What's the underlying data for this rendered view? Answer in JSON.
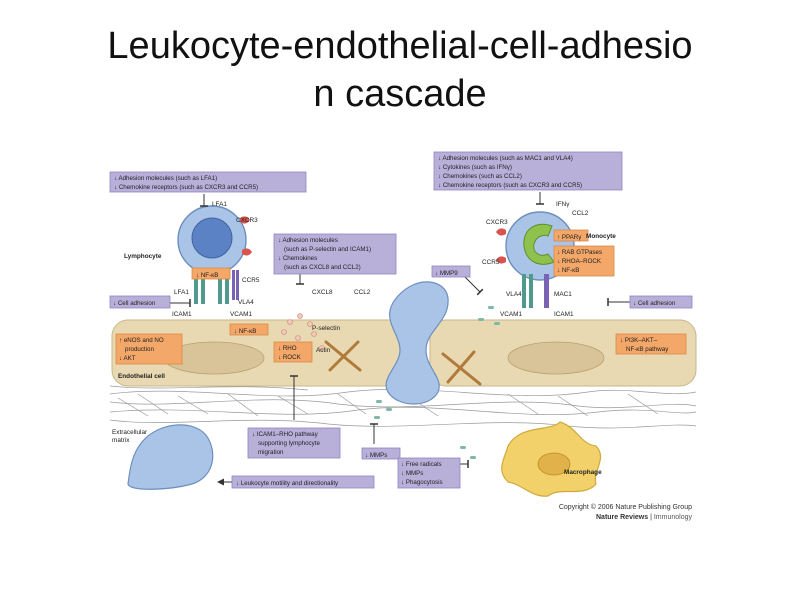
{
  "title": {
    "line1": "Leukocyte-endothelial-cell-adhesio",
    "line2": "n cascade"
  },
  "boxes": {
    "lymph_top": [
      "↓ Adhesion molecules (such as LFA1)",
      "↓ Chemokine receptors (such as CXCR3 and CCR5)"
    ],
    "mono_top": [
      "↓ Adhesion molecules (such as MAC1 and VLA4)",
      "↓ Cytokines (such as IFNγ)",
      "↓ Chemokines (such as CCL2)",
      "↓ Chemokine receptors (such as CXCR3 and CCR5)"
    ],
    "mid_top": [
      "↓ Adhesion molecules",
      "(such as P-selectin and ICAM1)",
      "↓ Chemokines",
      "(such as CXCL8 and CCL2)"
    ],
    "mmp9": "↓ MMP9",
    "cell_adhesion_left": "↓ Cell adhesion",
    "cell_adhesion_right": "↓ Cell adhesion",
    "nfkb_lymph": "↓ NF-κB",
    "nfkb_endo": "↓ NF-κB",
    "enos": [
      "↑ eNOS and NO",
      "production",
      "↓ AKT"
    ],
    "rho": [
      "↓ RHO",
      "↓ ROCK"
    ],
    "ppar": "↑ PPARγ",
    "rab": [
      "↓ RAB GTPases",
      "↓ RHOA–ROCK",
      "↓ NF-κB"
    ],
    "pi3k": [
      "↓ PI3K–AKT–",
      "NF-κB pathway"
    ],
    "icam_rho": [
      "↓ ICAM1–RHO pathway",
      "supporting lymphocyte",
      "migration"
    ],
    "mmps": "↓ MMPs",
    "free_radicals": [
      "↓ Free radicals",
      "↓ MMPs",
      "↓ Phagocytosis"
    ],
    "motility": "↓ Leukocyte motility and directionality"
  },
  "labels": {
    "lfa1_top": "LFA1",
    "cxcr3_l": "CXCR3",
    "lymphocyte": "Lymphocyte",
    "ccr5_l": "CCR5",
    "lfa1": "LFA1",
    "vla4_l": "VLA4",
    "icam1_l": "ICAM1",
    "vcam1_l": "VCAM1",
    "cxcl8": "CXCL8",
    "ccl2_mid": "CCL2",
    "p_selectin": "P-selectin",
    "actin": "Actin",
    "endothelial_cell": "Endothelial cell",
    "ifng": "IFNγ",
    "ccl2_r": "CCL2",
    "cxcr3_r": "CXCR3",
    "monocyte": "Monocyte",
    "ccr5_r": "CCR5",
    "vla4_r": "VLA4",
    "mac1": "MAC1",
    "vcam1_r": "VCAM1",
    "icam1_r": "ICAM1",
    "ecm": [
      "Extracellular",
      "matrix"
    ],
    "macrophage": "Macrophage"
  },
  "credit": {
    "line1": "Copyright © 2006 Nature Publishing Group",
    "journal": "Nature Reviews",
    "section": "Immunology"
  },
  "colors": {
    "purple_box": "#b9b0da",
    "orange_box": "#f3a768",
    "cell_blue": "#a9c4e6",
    "endothelium": "#e9d9b2",
    "nucleus": "#d9c398"
  }
}
